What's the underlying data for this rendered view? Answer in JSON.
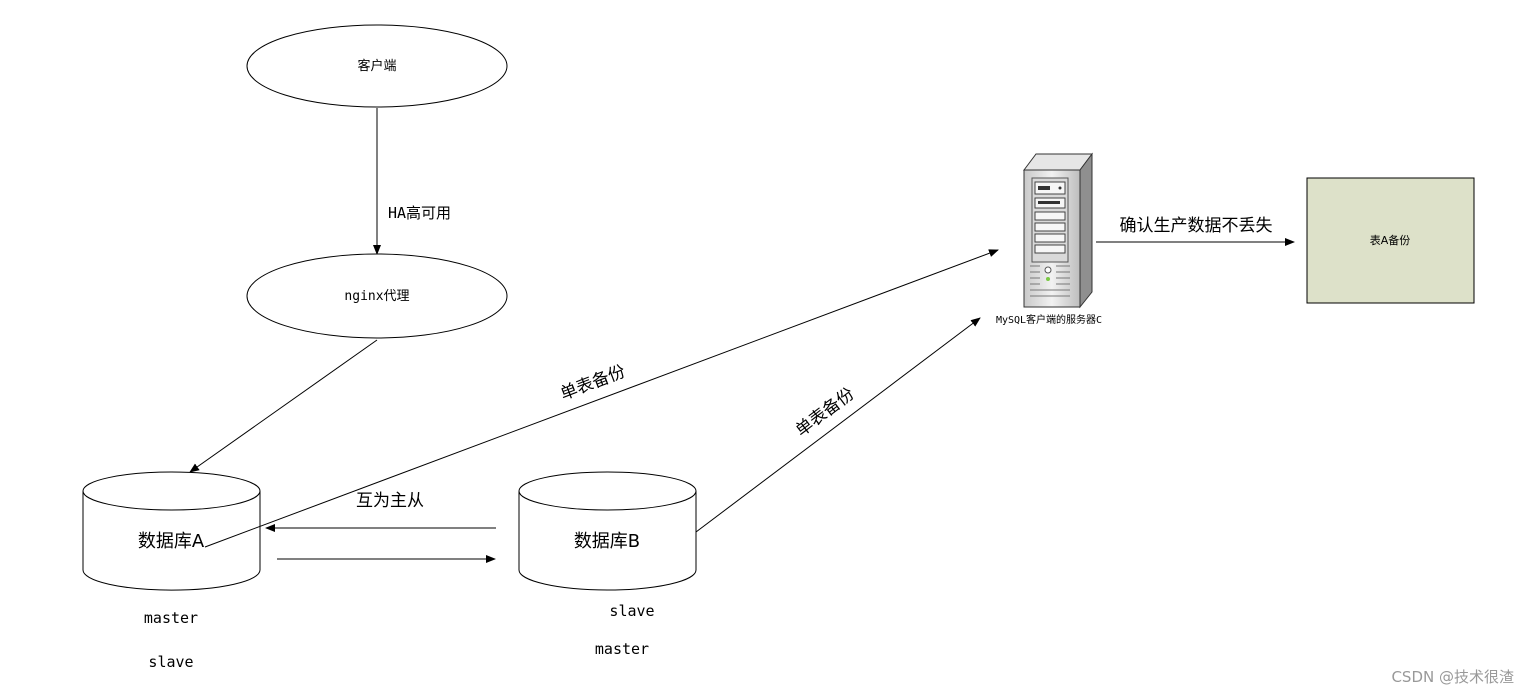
{
  "nodes": {
    "client": {
      "label": "客户端"
    },
    "proxy": {
      "label": "nginx代理"
    },
    "db_a": {
      "label": "数据库A",
      "roles": [
        "master",
        "slave"
      ]
    },
    "db_b": {
      "label": "数据库B",
      "roles": [
        "slave",
        "master"
      ]
    },
    "server": {
      "label": "MySQL客户端的服务器C"
    },
    "backup_box": {
      "label": "表A备份",
      "fill": "#dde1c9"
    }
  },
  "edges": {
    "client_to_proxy": "HA高可用",
    "mutual_replication": "互为主从",
    "a_to_server": "单表备份",
    "b_to_server": "单表备份",
    "server_to_backup": "确认生产数据不丢失"
  },
  "watermark": "CSDN @技术很渣"
}
